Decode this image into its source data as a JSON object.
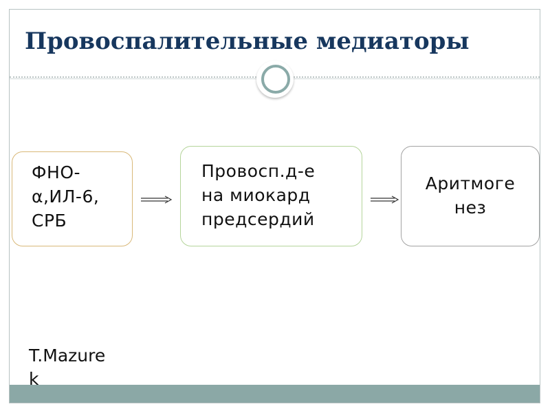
{
  "slide": {
    "title": "Провоспалительные медиаторы"
  },
  "diagram": {
    "boxes": [
      {
        "lines": [
          "ФНО-",
          "α,ИЛ-6,",
          "СРБ"
        ],
        "border_color": "#d9b878"
      },
      {
        "lines": [
          "Провосп.д-е",
          "на миокард",
          "предсердий"
        ],
        "border_color": "#b4d49a"
      },
      {
        "lines": [
          "Аритмоге",
          "нез"
        ],
        "border_color": "#a3a3a3"
      }
    ]
  },
  "author": {
    "lines": [
      "T.Mazure",
      "k"
    ]
  },
  "colors": {
    "title": "#17375e",
    "accent": "#8ba8a6"
  },
  "icons": {
    "ornament": "ring-ornament-icon",
    "arrow": "double-arrow-right-icon"
  }
}
